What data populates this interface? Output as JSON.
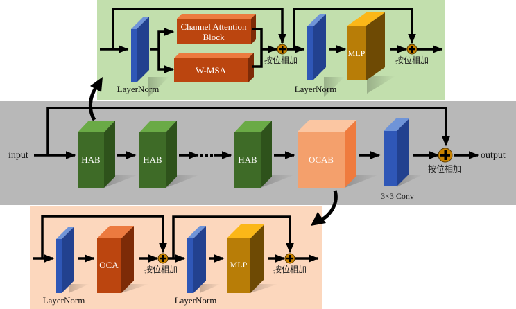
{
  "colors": {
    "panel_hab": "#c2dfad",
    "panel_main": "#b8b8b8",
    "panel_ocab": "#fcd7bd",
    "layernorm": "#2f57b7",
    "hab": "#3e6b27",
    "ocab": "#f4a06c",
    "orange_block": "#bb450f",
    "mlp": "#b87d07",
    "add_node": "#c88200"
  },
  "main": {
    "input_label": "input",
    "output_label": "output",
    "hab_labels": [
      "HAB",
      "HAB",
      "HAB"
    ],
    "ocab_label": "OCAB",
    "conv_label": "3×3 Conv",
    "add_label": "按位相加"
  },
  "hab_detail": {
    "layernorm_label_1": "LayerNorm",
    "layernorm_label_2": "LayerNorm",
    "cab_label_line1": "Channel Attention",
    "cab_label_line2": "Block",
    "wmsa_label": "W-MSA",
    "mlp_label": "MLP",
    "add_label_1": "按位相加",
    "add_label_2": "按位相加"
  },
  "ocab_detail": {
    "layernorm_label_1": "LayerNorm",
    "layernorm_label_2": "LayerNorm",
    "oca_label": "OCA",
    "mlp_label": "MLP",
    "add_label_1": "按位相加",
    "add_label_2": "按位相加"
  }
}
